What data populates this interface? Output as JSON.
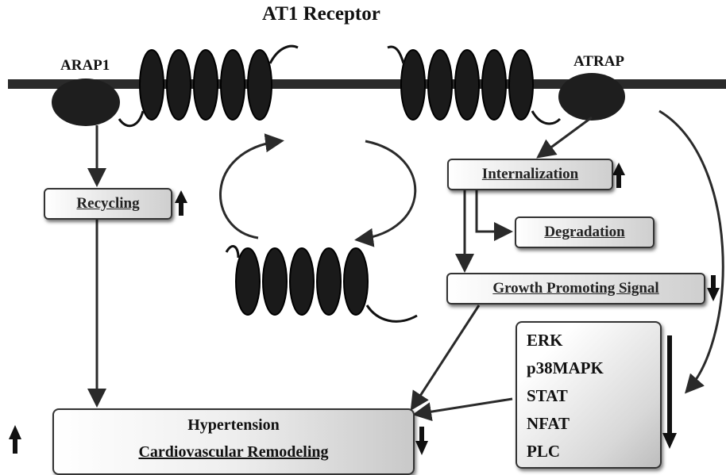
{
  "title": "AT1 Receptor",
  "proteins": {
    "left": "ARAP1",
    "right": "ATRAP"
  },
  "boxes": {
    "recycling": "Recycling",
    "internalization": "Internalization",
    "degradation": "Degradation",
    "growth_signal": "Growth Promoting Signal"
  },
  "signals": [
    "ERK",
    "p38MAPK",
    "STAT",
    "NFAT",
    "PLC"
  ],
  "outcome": {
    "line1": "Hypertension",
    "line2": "Cardiovascular Remodeling"
  },
  "colors": {
    "ink": "#111111",
    "membrane": "#2a2a2a"
  }
}
